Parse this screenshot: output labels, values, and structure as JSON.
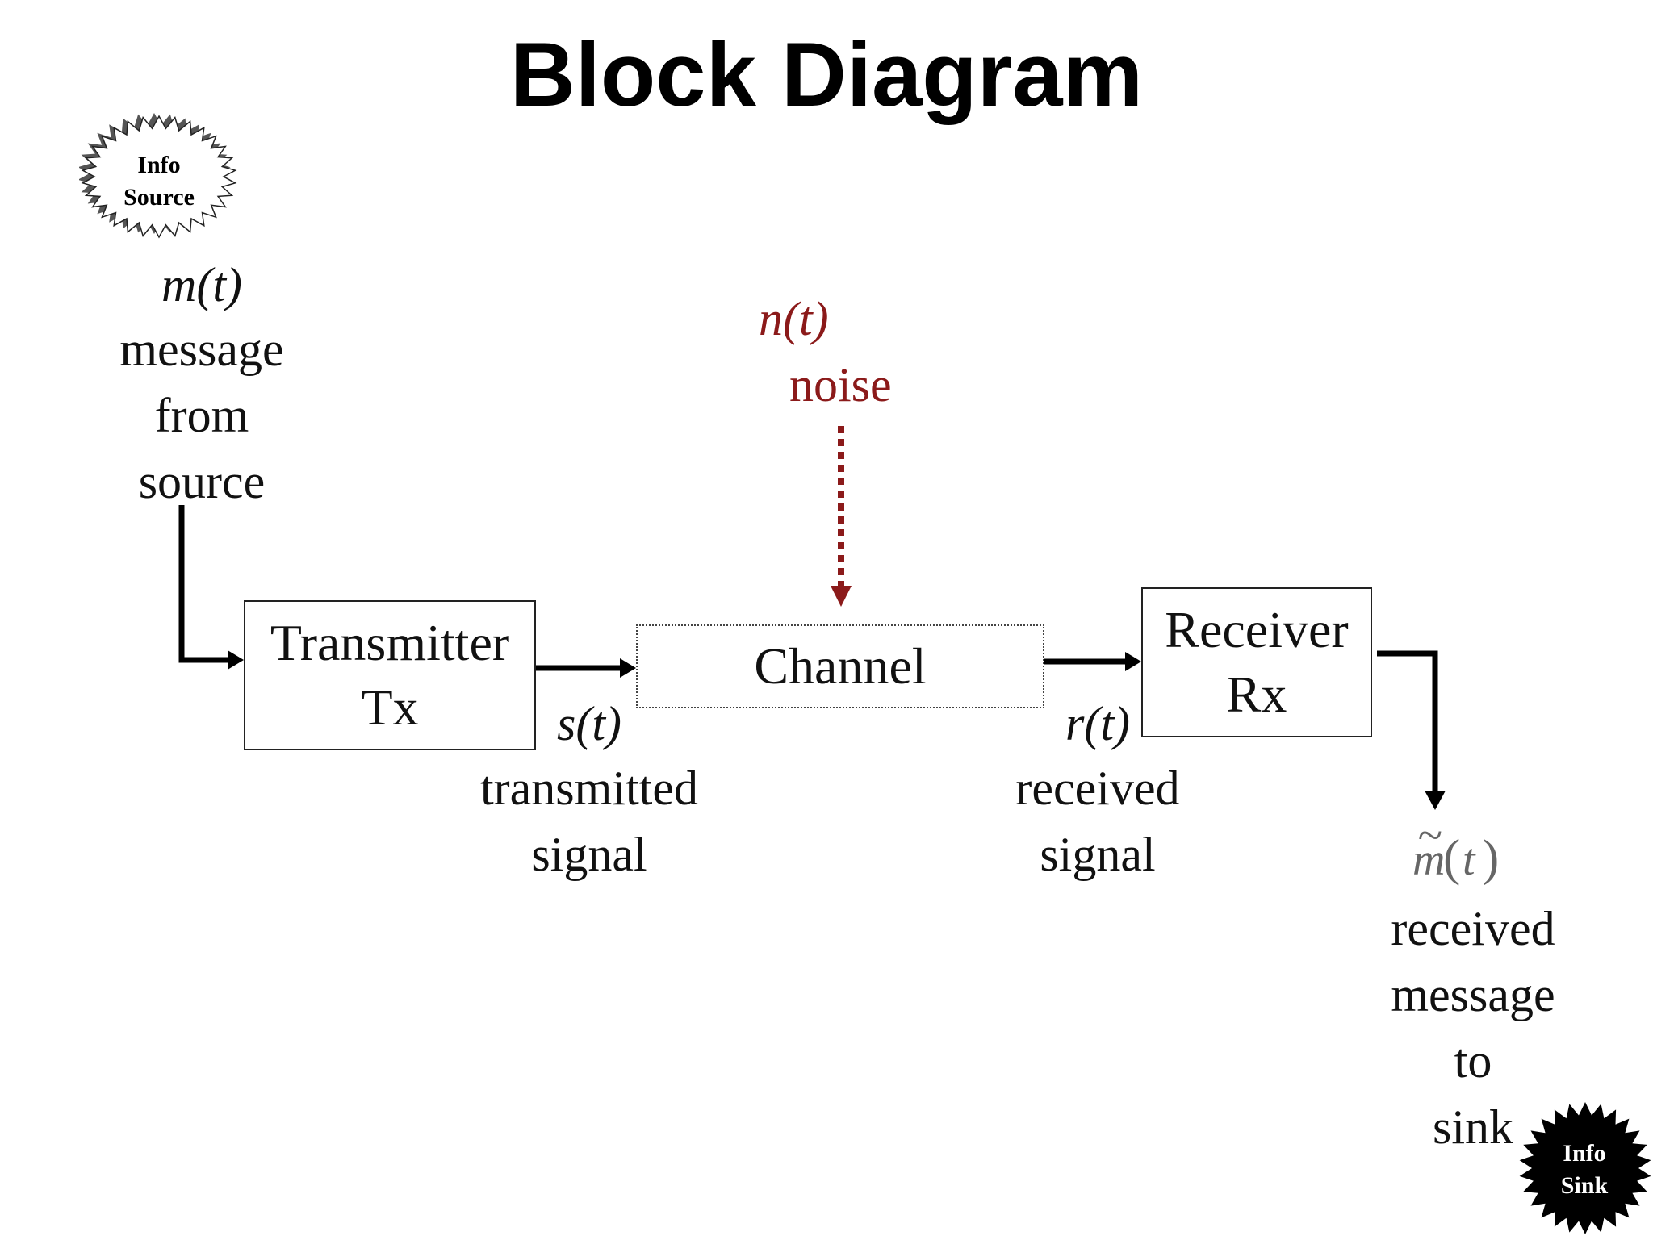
{
  "title": "Block Diagram",
  "source_burst": {
    "line1": "Info",
    "line2": "Source"
  },
  "sink_burst": {
    "line1": "Info",
    "line2": "Sink"
  },
  "message": {
    "symbol": "m(t)",
    "lines": [
      "message",
      "from",
      "source"
    ]
  },
  "noise": {
    "symbol": "n(t)",
    "label": "noise",
    "color": "#8b1a1a"
  },
  "blocks": {
    "transmitter": {
      "line1": "Transmitter",
      "line2": "Tx"
    },
    "channel": {
      "label": "Channel"
    },
    "receiver": {
      "line1": "Receiver",
      "line2": "Rx"
    }
  },
  "transmitted": {
    "symbol": "s(t)",
    "lines": [
      "transmitted",
      "signal"
    ]
  },
  "received": {
    "symbol": "r(t)",
    "lines": [
      "received",
      "signal"
    ]
  },
  "output": {
    "symbol_base": "m",
    "symbol_accent": "~",
    "symbol_arg": "t",
    "lines": [
      "received",
      "message",
      "to",
      "sink"
    ]
  }
}
